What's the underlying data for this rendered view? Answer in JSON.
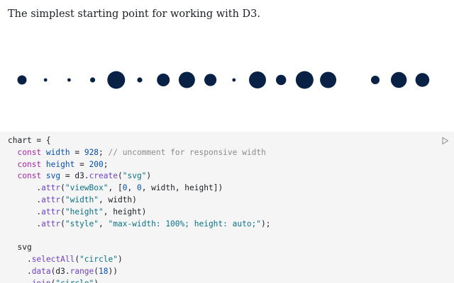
{
  "intro_text": "The simplest starting point for working with D3.",
  "visualization": {
    "dot_radii": [
      6.5,
      2.4,
      2.4,
      3.6,
      12.5,
      3.6,
      9.0,
      11.5,
      8.6,
      2.4,
      12.0,
      7.2,
      12.5,
      11.5,
      0,
      6.0,
      11.2,
      9.8
    ],
    "dot_color": "#0a2146"
  },
  "code": {
    "lines": [
      [
        {
          "t": "chart = {"
        }
      ],
      [
        {
          "t": "  "
        },
        {
          "t": "const",
          "c": "kw"
        },
        {
          "t": " "
        },
        {
          "t": "width",
          "c": "def"
        },
        {
          "t": " = "
        },
        {
          "t": "928",
          "c": "num"
        },
        {
          "t": "; "
        },
        {
          "t": "// uncomment for responsive width",
          "c": "cm"
        }
      ],
      [
        {
          "t": "  "
        },
        {
          "t": "const",
          "c": "kw"
        },
        {
          "t": " "
        },
        {
          "t": "height",
          "c": "def"
        },
        {
          "t": " = "
        },
        {
          "t": "200",
          "c": "num"
        },
        {
          "t": ";"
        }
      ],
      [
        {
          "t": "  "
        },
        {
          "t": "const",
          "c": "kw"
        },
        {
          "t": " "
        },
        {
          "t": "svg",
          "c": "def"
        },
        {
          "t": " = d3."
        },
        {
          "t": "create",
          "c": "fn"
        },
        {
          "t": "("
        },
        {
          "t": "\"svg\"",
          "c": "str"
        },
        {
          "t": ")"
        }
      ],
      [
        {
          "t": "      ."
        },
        {
          "t": "attr",
          "c": "fn"
        },
        {
          "t": "("
        },
        {
          "t": "\"viewBox\"",
          "c": "str"
        },
        {
          "t": ", ["
        },
        {
          "t": "0",
          "c": "num"
        },
        {
          "t": ", "
        },
        {
          "t": "0",
          "c": "num"
        },
        {
          "t": ", width, height])"
        }
      ],
      [
        {
          "t": "      ."
        },
        {
          "t": "attr",
          "c": "fn"
        },
        {
          "t": "("
        },
        {
          "t": "\"width\"",
          "c": "str"
        },
        {
          "t": ", width)"
        }
      ],
      [
        {
          "t": "      ."
        },
        {
          "t": "attr",
          "c": "fn"
        },
        {
          "t": "("
        },
        {
          "t": "\"height\"",
          "c": "str"
        },
        {
          "t": ", height)"
        }
      ],
      [
        {
          "t": "      ."
        },
        {
          "t": "attr",
          "c": "fn"
        },
        {
          "t": "("
        },
        {
          "t": "\"style\"",
          "c": "str"
        },
        {
          "t": ", "
        },
        {
          "t": "\"max-width: 100%; height: auto;\"",
          "c": "str"
        },
        {
          "t": ");"
        }
      ],
      [
        {
          "t": ""
        }
      ],
      [
        {
          "t": "  svg"
        }
      ],
      [
        {
          "t": "    ."
        },
        {
          "t": "selectAll",
          "c": "fn"
        },
        {
          "t": "("
        },
        {
          "t": "\"circle\"",
          "c": "str"
        },
        {
          "t": ")"
        }
      ],
      [
        {
          "t": "    ."
        },
        {
          "t": "data",
          "c": "fn"
        },
        {
          "t": "(d3."
        },
        {
          "t": "range",
          "c": "fn"
        },
        {
          "t": "("
        },
        {
          "t": "18",
          "c": "num"
        },
        {
          "t": "))"
        }
      ],
      [
        {
          "t": "    ."
        },
        {
          "t": "join",
          "c": "fn"
        },
        {
          "t": "("
        },
        {
          "t": "\"circle\"",
          "c": "str"
        },
        {
          "t": ")"
        }
      ]
    ]
  },
  "run_icon": "play-icon"
}
